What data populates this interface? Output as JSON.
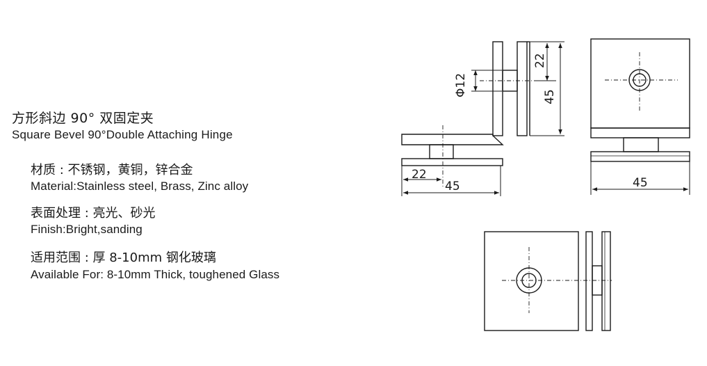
{
  "product": {
    "title_cn": "方形斜边 90° 双固定夹",
    "title_en": "Square Bevel 90°Double  Attaching Hinge"
  },
  "specs": [
    {
      "cn": "材质 : 不锈钢，黄铜，锌合金",
      "en": "Material:Stainless steel, Brass, Zinc alloy"
    },
    {
      "cn": "表面处理 : 亮光、砂光",
      "en": "Finish:Bright,sanding"
    },
    {
      "cn": "适用范围 : 厚 8-10mm 钢化玻璃",
      "en": "Available For: 8-10mm Thick, toughened Glass"
    }
  ],
  "dimensions": {
    "hole_dia": "Φ12",
    "side_offset": "22",
    "side_height": "45",
    "bottom_offset": "22",
    "bottom_width": "45",
    "front_width": "45"
  }
}
